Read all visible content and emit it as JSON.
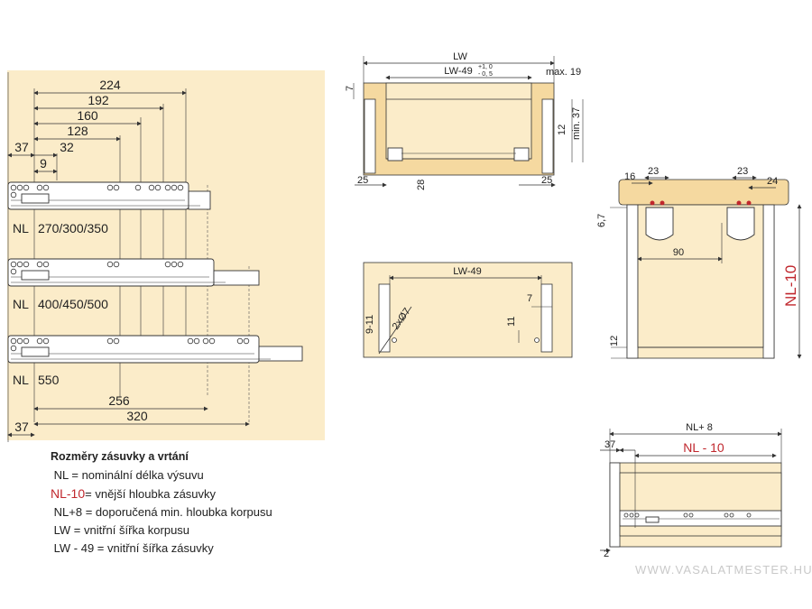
{
  "colors": {
    "panel": "#fbecc9",
    "wood": "#f5d9a0",
    "accent_red": "#c0272d",
    "line": "#333333"
  },
  "side_view": {
    "dims_top": [
      "224",
      "192",
      "160",
      "128",
      "37",
      "32",
      "9"
    ],
    "rows": [
      {
        "nl": "NL",
        "sizes": "270/300/350"
      },
      {
        "nl": "NL",
        "sizes": "400/450/500"
      },
      {
        "nl": "NL",
        "sizes": "550"
      }
    ],
    "dims_bottom": [
      "256",
      "320",
      "37"
    ]
  },
  "front_view": {
    "lw": "LW",
    "lw_minus": "LW-49",
    "tol_plus": "+1, 0",
    "tol_minus": "- 0, 5",
    "max": "max. 19",
    "min": "min. 37",
    "d7": "7",
    "d12": "12",
    "d25a": "25",
    "d28": "28",
    "d25b": "25"
  },
  "bottom_view": {
    "lw49": "LW-49",
    "d7": "7",
    "d11": "11",
    "d911": "9-11",
    "d2x7": "2xØ7"
  },
  "section_view": {
    "d16": "16",
    "d23a": "23",
    "d23b": "23",
    "d24": "24",
    "d67": "6,7",
    "d90": "90",
    "d12": "12",
    "nl10": "NL-10"
  },
  "plan_view": {
    "nl8": "NL+ 8",
    "nl10": "NL - 10",
    "d37": "37",
    "d2": "2"
  },
  "legend": {
    "title": "Rozměry zásuvky a vrtání",
    "items": [
      {
        "key": "NL",
        "text": " = nominální délka výsuvu",
        "red": false
      },
      {
        "key": "NL-10",
        "text": "= vnější hloubka zásuvky",
        "red": true
      },
      {
        "key": "NL+8",
        "text": " = doporučená min. hloubka korpusu",
        "red": false
      },
      {
        "key": "LW",
        "text": " = vnitřní šířka korpusu",
        "red": false
      },
      {
        "key": "LW - 49",
        "text": " = vnitřní šířka zásuvky",
        "red": false
      }
    ]
  },
  "watermark": "WWW.VASALATMESTER.HU"
}
